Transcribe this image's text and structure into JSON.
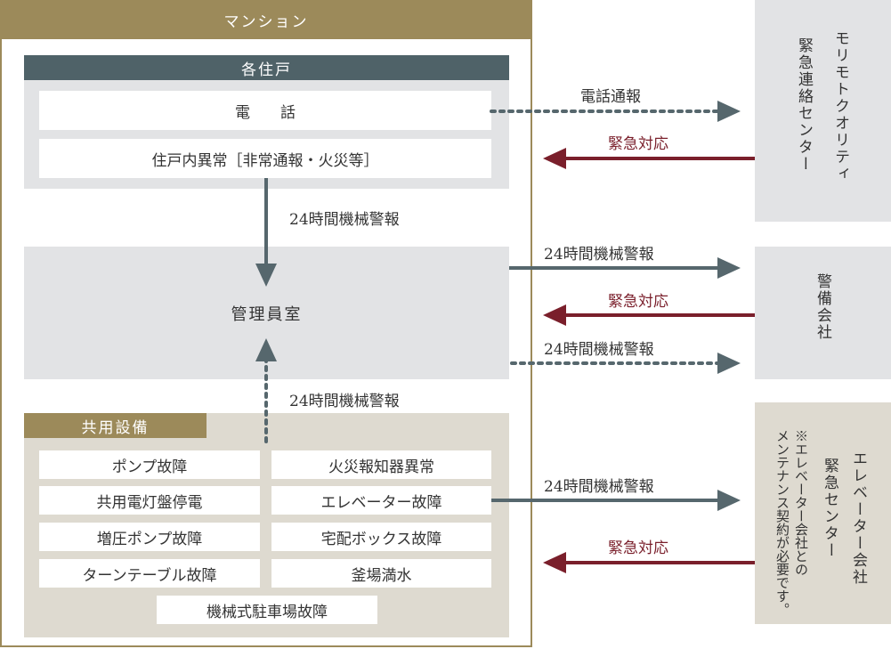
{
  "mansion": {
    "title": "マンション"
  },
  "unit": {
    "title": "各住戸",
    "phone": "電　　話",
    "anomaly": "住戸内異常［非常通報・火災等］"
  },
  "management": {
    "title": "管理員室"
  },
  "common": {
    "title": "共用設備",
    "items": {
      "pump_failure": "ポンプ故障",
      "fire_alarm": "火災報知器異常",
      "lighting_panel": "共用電灯盤停電",
      "elevator_failure": "エレベーター故障",
      "booster_pump": "増圧ポンプ故障",
      "delivery_box": "宅配ボックス故障",
      "turntable": "ターンテーブル故障",
      "pit_flood": "釜場満水",
      "parking": "機械式駐車場故障"
    }
  },
  "labels": {
    "phone_report": "電話通報",
    "emergency": "緊急対応",
    "alarm24": "24時間機械警報"
  },
  "centers": {
    "morimoto_line1": "モリモトクオリティ",
    "morimoto_line2": "緊急連絡センター",
    "security": "警備会社",
    "elevator_line1": "エレベーター会社",
    "elevator_line2": "緊急センター",
    "elevator_note1": "※エレベーター会社との",
    "elevator_note2": "メンテナンス契約が必要です。"
  },
  "colors": {
    "gold": "#9c8a5a",
    "slate": "#4f6268",
    "arrow_gray": "#56676d",
    "emergency_red": "#7a1f2b",
    "panel_gray": "#e2e3e5",
    "panel_beige": "#dedad0"
  }
}
